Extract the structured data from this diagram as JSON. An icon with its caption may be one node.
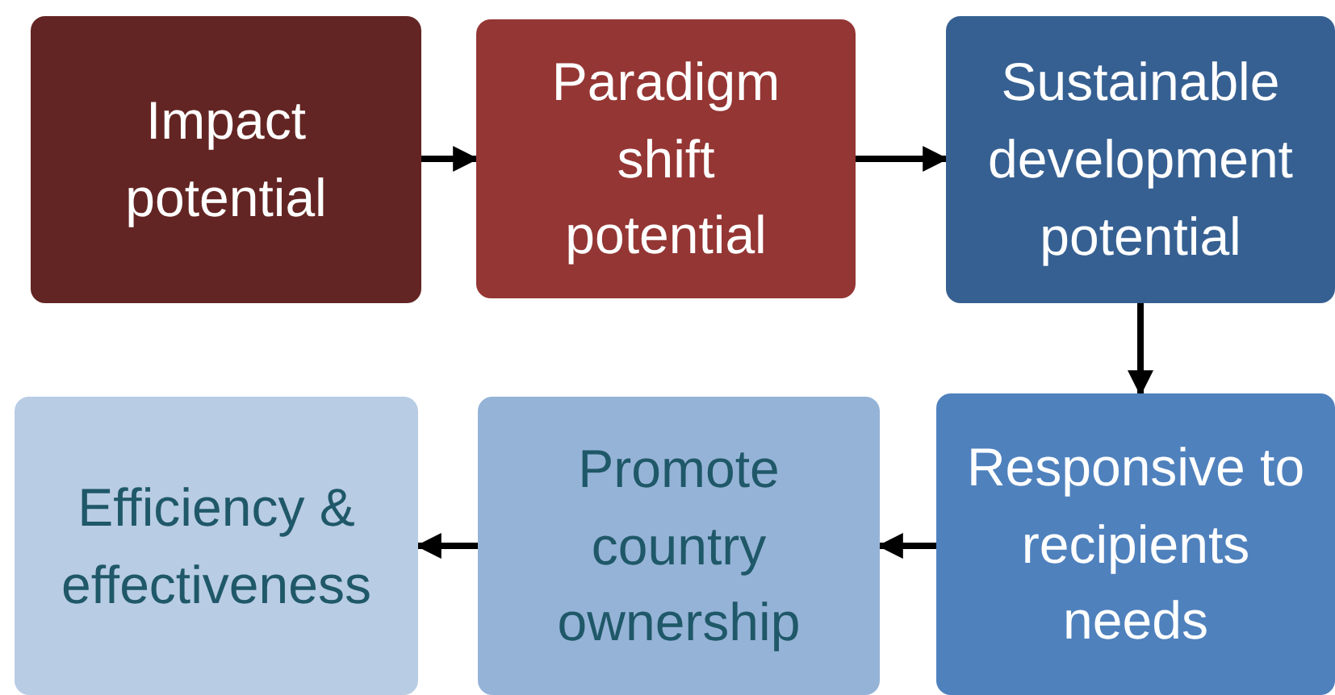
{
  "diagram": {
    "nodes": [
      {
        "text": [
          "Impact potential"
        ]
      },
      {
        "text": [
          "Paradigm shift potential"
        ]
      },
      {
        "text": [
          "Sustainable development potential"
        ]
      },
      {
        "text": [
          "Responsive to recipients needs"
        ]
      },
      {
        "text": [
          "Promote country ownership"
        ]
      },
      {
        "text": [
          "Efficiency & effectiveness"
        ]
      }
    ],
    "edges": [
      {
        "from": 0,
        "to": 1,
        "arrow": "to"
      },
      {
        "from": 1,
        "to": 2,
        "arrow": "to"
      },
      {
        "from": 2,
        "to": 3,
        "arrow": "to"
      },
      {
        "from": 3,
        "to": 4,
        "arrow": "to"
      },
      {
        "from": 4,
        "to": 5,
        "arrow": "to"
      }
    ]
  }
}
